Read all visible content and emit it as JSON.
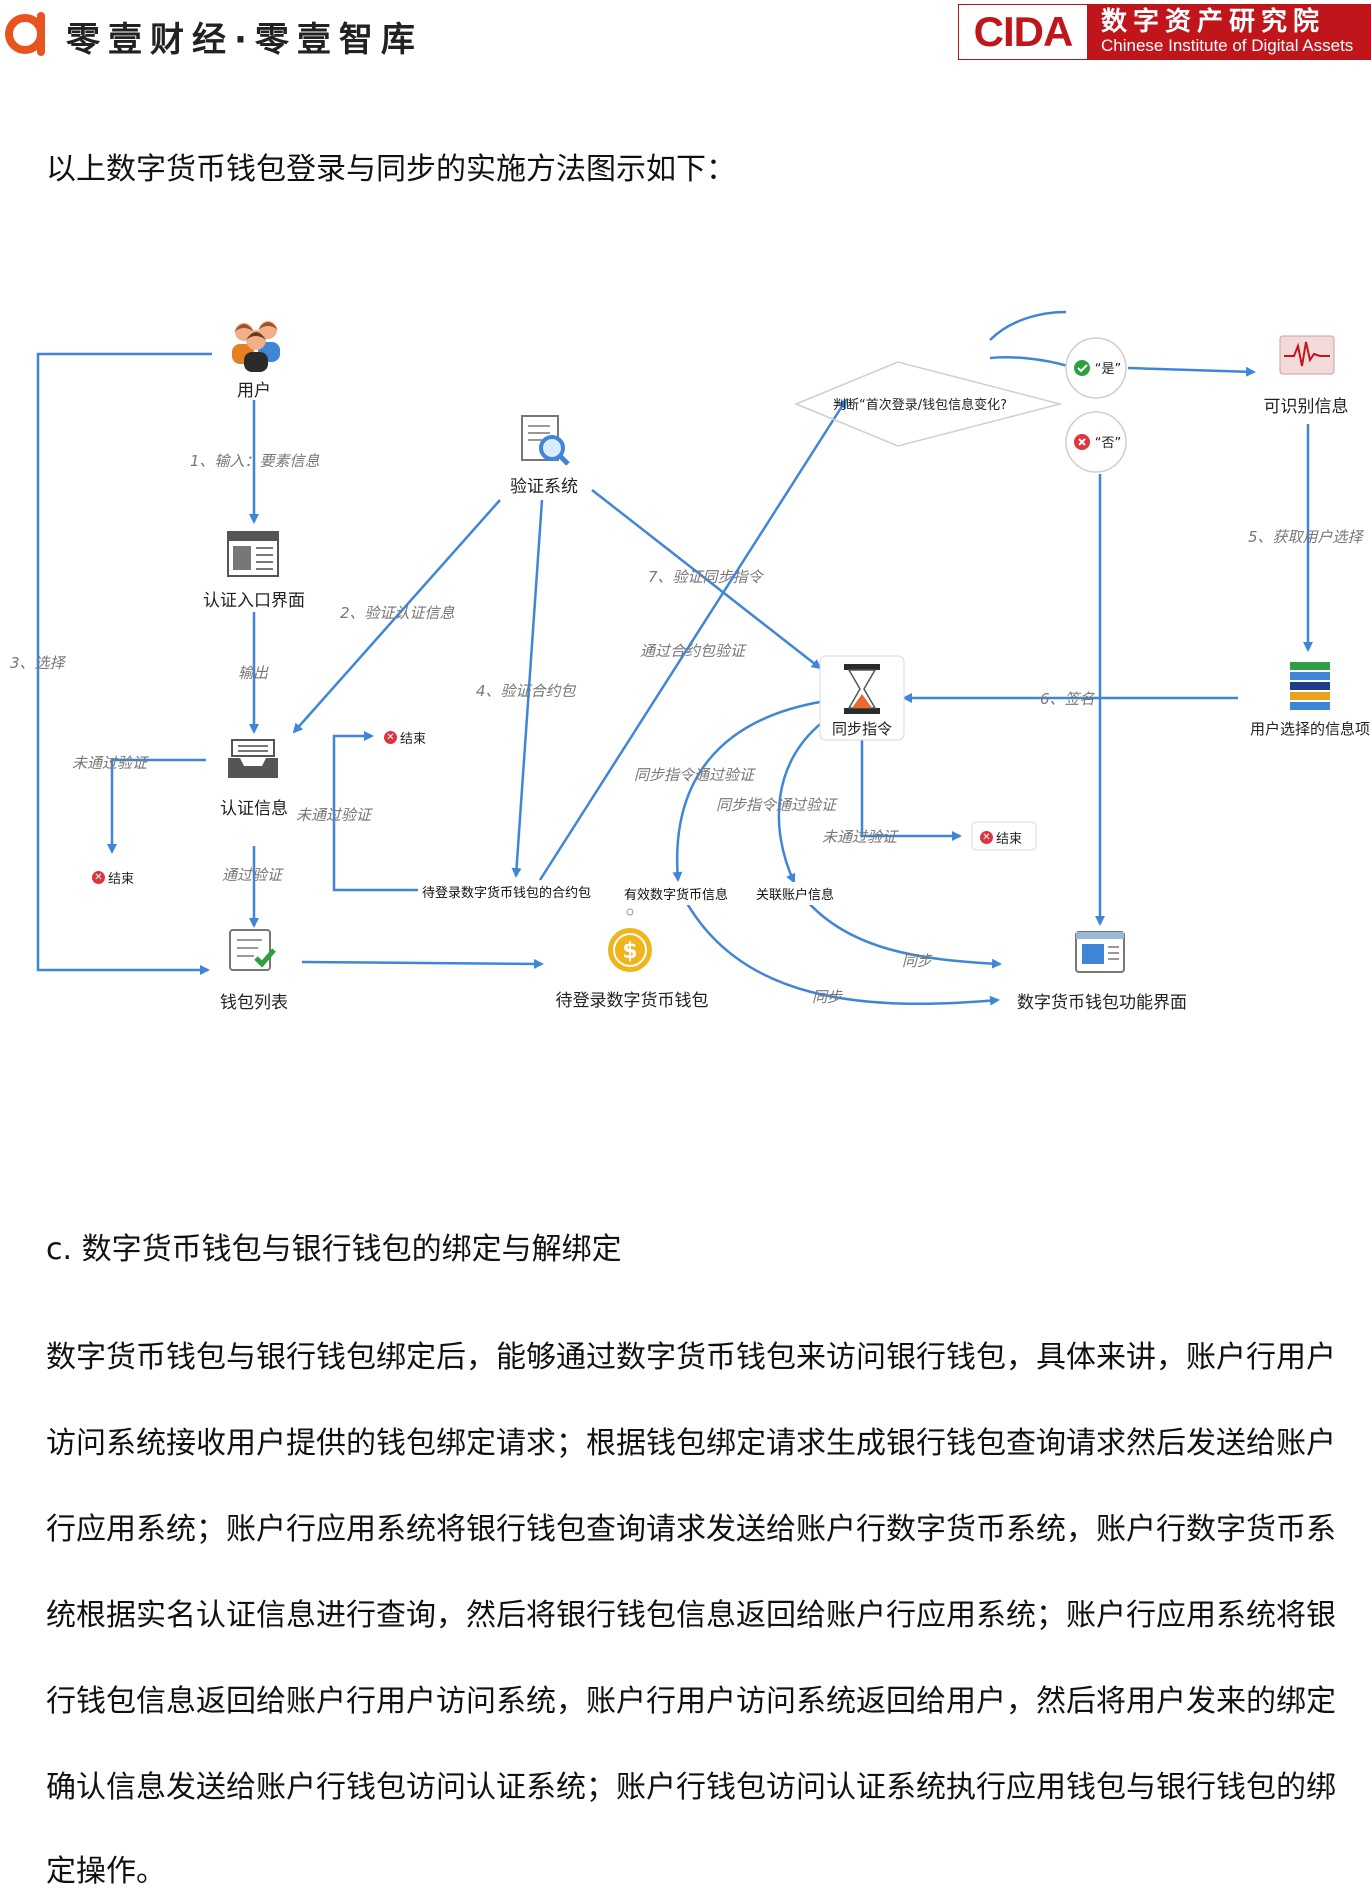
{
  "header": {
    "brand": "零壹财经·零壹智库",
    "cida_letters": "CIDA",
    "cida_cn": "数字资产研究院",
    "cida_en": "Chinese Institute of Digital Assets",
    "accent": "#c0161b",
    "logo_color": "#e8541e"
  },
  "intro": "以上数字货币钱包登录与同步的实施方法图示如下：",
  "diagram": {
    "nodes": {
      "user": "用户",
      "auth_entry": "认证入口界面",
      "auth_info": "认证信息",
      "wallet_list": "钱包列表",
      "verify_system": "验证系统",
      "pending_wallet": "待登录数字货币钱包",
      "sync_cmd": "同步指令",
      "identifiable": "可识别信息",
      "user_selected": "用户选择的信息项",
      "function_ui": "数字货币钱包功能界面",
      "decision": "判断“首次登录/钱包信息变化?",
      "yes": "“是”",
      "no": "“否”",
      "contract_pkg": "待登录数字货币钱包的合约包",
      "valid_info": "有效数字货币信息",
      "account_info": "关联账户信息"
    },
    "edges": {
      "e1": "1、输入：要素信息",
      "output": "输出",
      "e2": "2、验证认证信息",
      "e3": "3、选择",
      "e4": "4、验证合约包",
      "e7": "7、验证同步指令",
      "contract_pass": "通过合约包验证",
      "fail1": "未通过验证",
      "fail2": "未通过验证",
      "pass": "通过验证",
      "sync_pass1": "同步指令通过验证",
      "sync_pass2": "同步指令通过验证",
      "fail3": "未通过验证",
      "e5": "5、获取用户选择",
      "e6": "6、签名",
      "sync1": "同步",
      "sync2": "同步"
    },
    "end_label": "结束"
  },
  "section_title": "c. 数字货币钱包与银行钱包的绑定与解绑定",
  "paragraph_lines": [
    "数字货币钱包与银行钱包绑定后，能够通过数字货币钱包来访问银行钱包，具体来讲，账户行用户",
    "访问系统接收用户提供的钱包绑定请求；根据钱包绑定请求生成银行钱包查询请求然后发送给账户",
    "行应用系统；账户行应用系统将银行钱包查询请求发送给账户行数字货币系统，账户行数字货币系",
    "统根据实名认证信息进行查询，然后将银行钱包信息返回给账户行应用系统；账户行应用系统将银",
    "行钱包信息返回给账户行用户访问系统，账户行用户访问系统返回给用户，然后将用户发来的绑定",
    "确认信息发送给账户行钱包访问认证系统；账户行钱包访问认证系统执行应用钱包与银行钱包的绑",
    "定操作。"
  ]
}
